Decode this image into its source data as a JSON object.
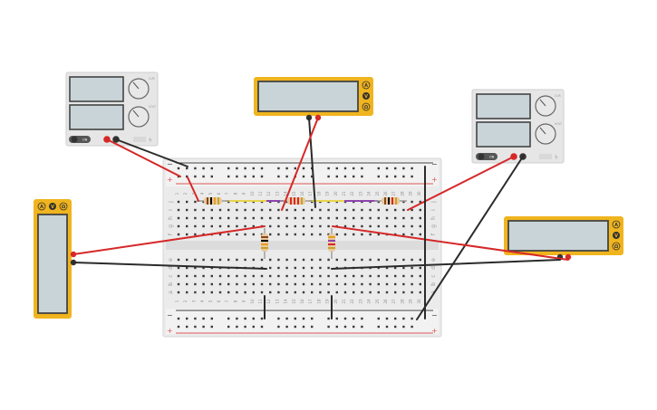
{
  "colors": {
    "meter_body": "#F0B41E",
    "meter_screen": "#C9D4D8",
    "psu_body": "#E6E6E6",
    "wire_red": "#D62828",
    "wire_black": "#2B2B2B",
    "rail_red": "#E05555",
    "rail_blue": "#444444",
    "breadboard": "#EBEBEB"
  },
  "power_supply_left": {
    "knob_top_label": "CUR",
    "knob_bottom_label": "VOLT",
    "switch_label": "ON",
    "icon": "power-supply-icon"
  },
  "power_supply_right": {
    "knob_top_label": "CUR",
    "knob_bottom_label": "VOLT",
    "switch_label": "ON",
    "icon": "power-supply-icon"
  },
  "multimeter_top": {
    "buttons": [
      "A",
      "V",
      "Ω"
    ],
    "display_value": ""
  },
  "multimeter_left": {
    "buttons": [
      "A",
      "V",
      "Ω"
    ],
    "display_value": ""
  },
  "multimeter_right": {
    "buttons": [
      "A",
      "V",
      "Ω"
    ],
    "display_value": ""
  },
  "breadboard": {
    "rail_plus": "+",
    "rail_minus": "−",
    "row_letters_top": [
      "j",
      "i",
      "h",
      "g",
      "f"
    ],
    "row_letters_bottom": [
      "e",
      "d",
      "c",
      "b",
      "a"
    ],
    "column_numbers": [
      "1",
      "2",
      "3",
      "4",
      "5",
      "6",
      "7",
      "8",
      "9",
      "10",
      "11",
      "12",
      "13",
      "14",
      "15",
      "16",
      "17",
      "18",
      "19",
      "20",
      "21",
      "22",
      "23",
      "24",
      "25",
      "26",
      "27",
      "28",
      "29",
      "30"
    ]
  },
  "resistors": [
    {
      "id": "r1",
      "bands": [
        "#8B4513",
        "#000000",
        "#E8A020",
        "#C9A227"
      ]
    },
    {
      "id": "r2",
      "bands": [
        "#D62828",
        "#D62828",
        "#D62828",
        "#C9A227"
      ]
    },
    {
      "id": "r3",
      "bands": [
        "#8B4513",
        "#000000",
        "#D62828",
        "#C9A227"
      ]
    },
    {
      "id": "r4",
      "bands": [
        "#8B4513",
        "#000000",
        "#E8A020",
        "#C9A227"
      ]
    },
    {
      "id": "r5",
      "bands": [
        "#E8A020",
        "#8E44AD",
        "#D62828",
        "#C9A227"
      ]
    }
  ]
}
